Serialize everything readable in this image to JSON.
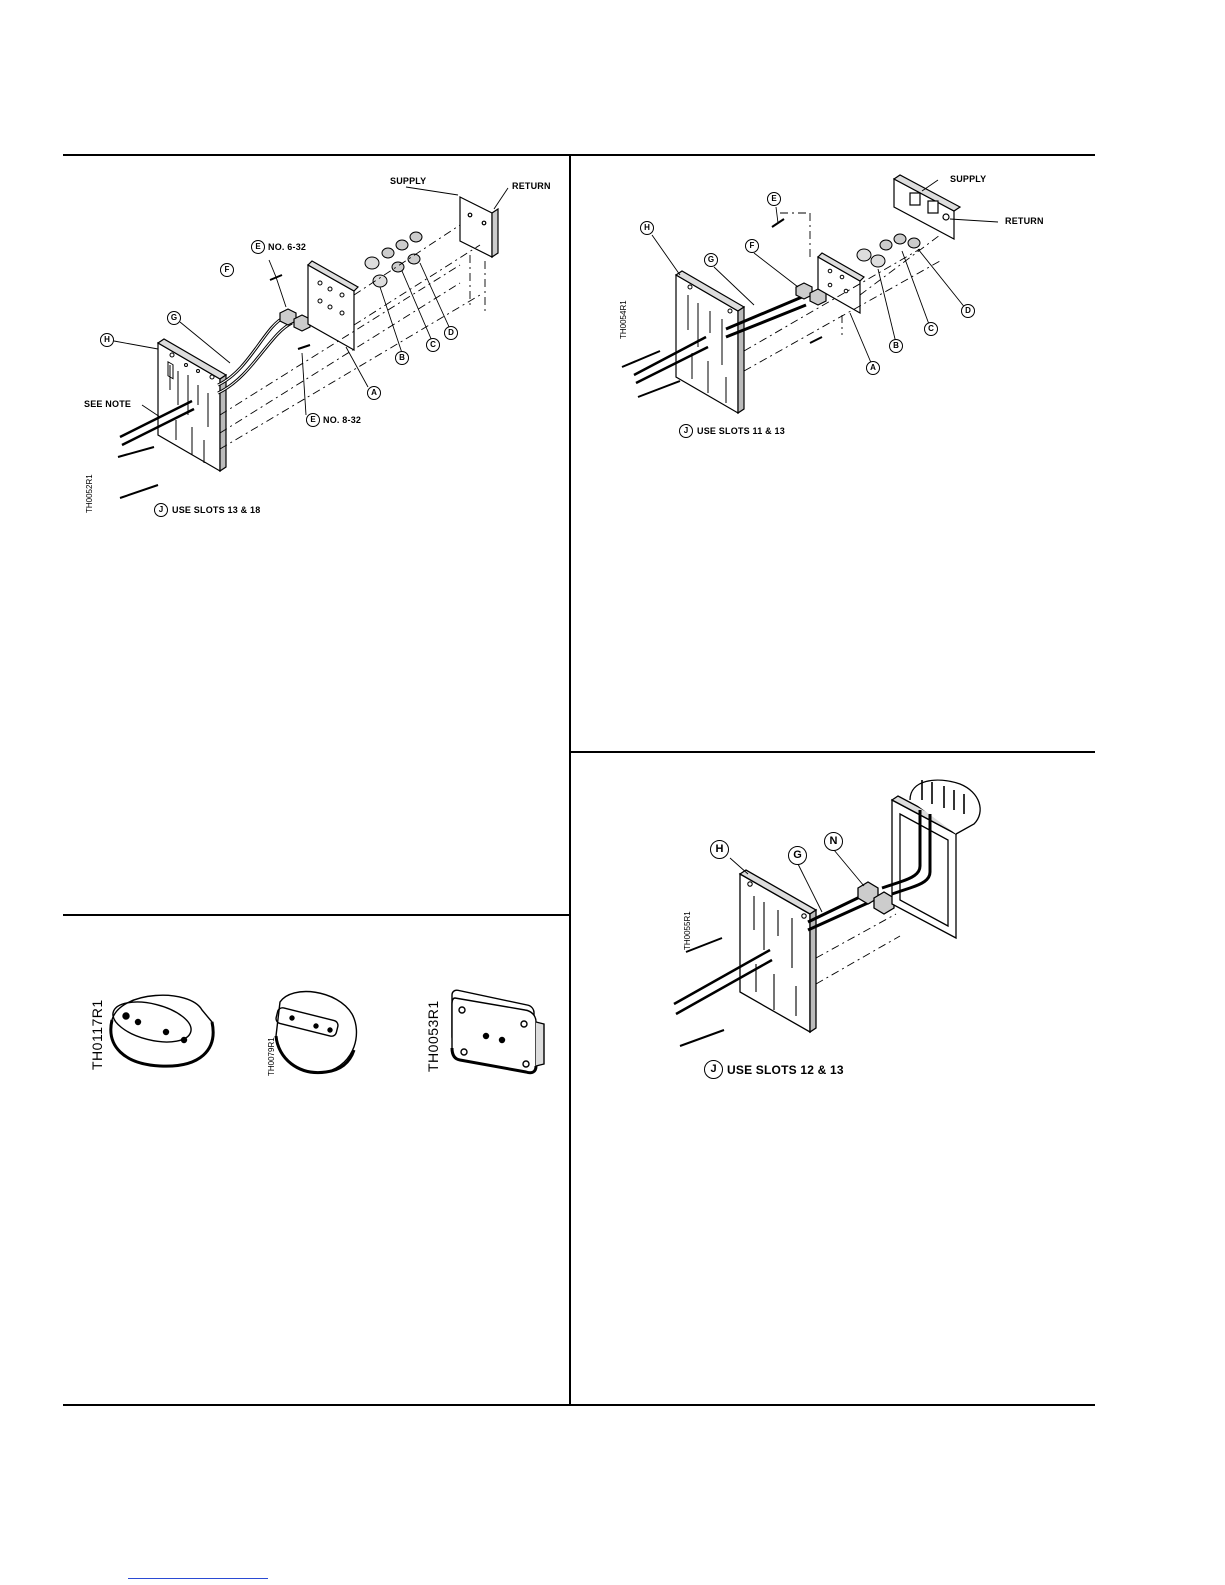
{
  "fig1": {
    "supply": "SUPPLY",
    "return": "RETURN",
    "e_top": "E",
    "e_top_text": "NO. 6-32",
    "e_bottom": "E",
    "e_bottom_text": "NO. 8-32",
    "f": "F",
    "g": "G",
    "h": "H",
    "a": "A",
    "b": "B",
    "c": "C",
    "d": "D",
    "see_note": "SEE NOTE",
    "j": "J",
    "j_text": "USE SLOTS 13 & 18",
    "code": "TH0052R1"
  },
  "fig2": {
    "supply": "SUPPLY",
    "return": "RETURN",
    "e": "E",
    "f": "F",
    "g": "G",
    "h": "H",
    "a": "A",
    "b": "B",
    "c": "C",
    "d": "D",
    "j": "J",
    "j_text": "USE SLOTS 11 & 13",
    "code": "TH0054R1"
  },
  "fig3": {
    "code1": "TH0117R1",
    "code2": "TH0079R1",
    "code3": "TH0053R1"
  },
  "fig4": {
    "h": "H",
    "g": "G",
    "n": "N",
    "j": "J",
    "j_text": "USE SLOTS 12 & 13",
    "code": "TH0055R1"
  }
}
